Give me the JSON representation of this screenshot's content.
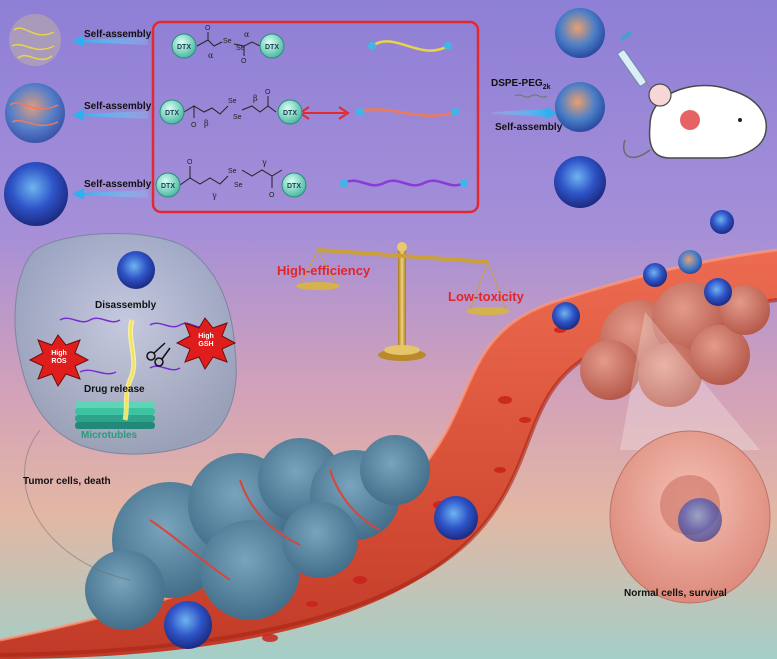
{
  "top_row": {
    "self_assembly_1": "Self-assembly",
    "self_assembly_2": "Self-assembly",
    "self_assembly_3": "Self-assembly",
    "dspe_peg": "DSPE-PEG",
    "dspe_sub": "2k",
    "self_assembly_right": "Self-assembly"
  },
  "box": {
    "dtx": "DTX",
    "se": "Se",
    "o": "O",
    "alpha": "α",
    "beta": "β",
    "gamma": "γ",
    "line_colors": [
      "#e8d44a",
      "#ef7a5a",
      "#8a3bd8"
    ]
  },
  "balance": {
    "left_label": "High-efficiency",
    "right_label": "Low-toxicity"
  },
  "tumor_cell": {
    "disassembly": "Disassembly",
    "ros_line1": "High",
    "ros_line2": "ROS",
    "gsh_line1": "High",
    "gsh_line2": "GSH",
    "drug_release": "Drug release",
    "microtubules": "Microtubles",
    "caption": "Tumor cells, death"
  },
  "normal_cell": {
    "caption": "Normal cells, survival"
  },
  "colors": {
    "box_border": "#e22a2e",
    "vessel": "#e0472f",
    "tumor": "#4d7c99",
    "tumor_pink": "#c86a5e",
    "arrow": "#4fc3f0"
  }
}
